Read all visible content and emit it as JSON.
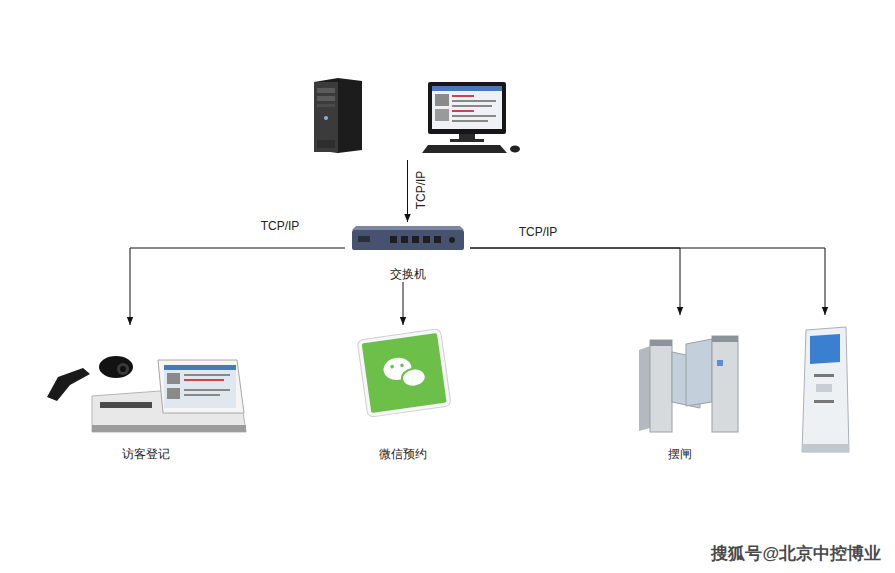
{
  "diagram": {
    "nodes": [
      {
        "text": []
      },
      {
        "text": [
          "交换机"
        ]
      },
      {
        "text": [
          "访客登记"
        ]
      },
      {
        "text": [
          "微信预约"
        ]
      },
      {
        "text": [
          "摆闸"
        ]
      },
      {
        "text": []
      }
    ],
    "edges": [
      {
        "from": 0,
        "to": 1,
        "arrow": "to",
        "label": "TCP/IP"
      },
      {
        "from": 1,
        "to": 2,
        "arrow": "to",
        "label": "TCP/IP"
      },
      {
        "from": 1,
        "to": 3,
        "arrow": "to"
      },
      {
        "from": 1,
        "to": 4,
        "arrow": "to",
        "label": "TCP/IP"
      },
      {
        "from": 1,
        "to": 5,
        "arrow": "to"
      }
    ],
    "labels": [
      "搜狐号@北京中控博业"
    ]
  }
}
